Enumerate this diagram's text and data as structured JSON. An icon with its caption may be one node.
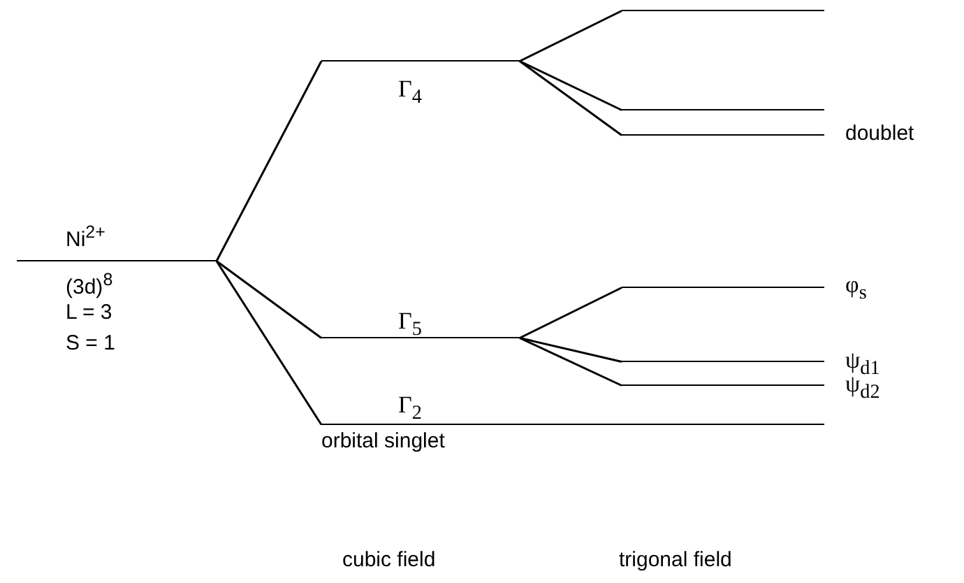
{
  "diagram": {
    "nodes": [
      {
        "text": [
          "Ni$^{2+}$",
          "(3d)$^{8}$",
          "L = 3",
          "S = 1"
        ]
      },
      {
        "text": [
          "Γ$_{4}$"
        ]
      },
      {
        "text": [
          "Γ$_{5}$"
        ]
      },
      {
        "text": [
          "Γ$_{2}$",
          "orbital singlet"
        ]
      },
      {
        "text": [],
        "shape": "bar"
      },
      {
        "text": [],
        "shape": "bar"
      },
      {
        "text": [
          "doublet"
        ]
      },
      {
        "text": [
          "φ$_{s}$"
        ]
      },
      {
        "text": [
          "ψ$_{d1}$"
        ]
      },
      {
        "text": [
          "ψ$_{d2}$"
        ]
      }
    ],
    "edges": [
      {
        "from": 0,
        "to": 1,
        "arrow": "none"
      },
      {
        "from": 0,
        "to": 2,
        "arrow": "none"
      },
      {
        "from": 0,
        "to": 3,
        "arrow": "none"
      },
      {
        "from": 1,
        "to": 4,
        "arrow": "none"
      },
      {
        "from": 1,
        "to": 5,
        "arrow": "none"
      },
      {
        "from": 1,
        "to": 6,
        "arrow": "none"
      },
      {
        "from": 2,
        "to": 7,
        "arrow": "none"
      },
      {
        "from": 2,
        "to": 8,
        "arrow": "none"
      },
      {
        "from": 2,
        "to": 9,
        "arrow": "none"
      }
    ],
    "labels": [
      "cubic field",
      "trigonal field"
    ]
  }
}
